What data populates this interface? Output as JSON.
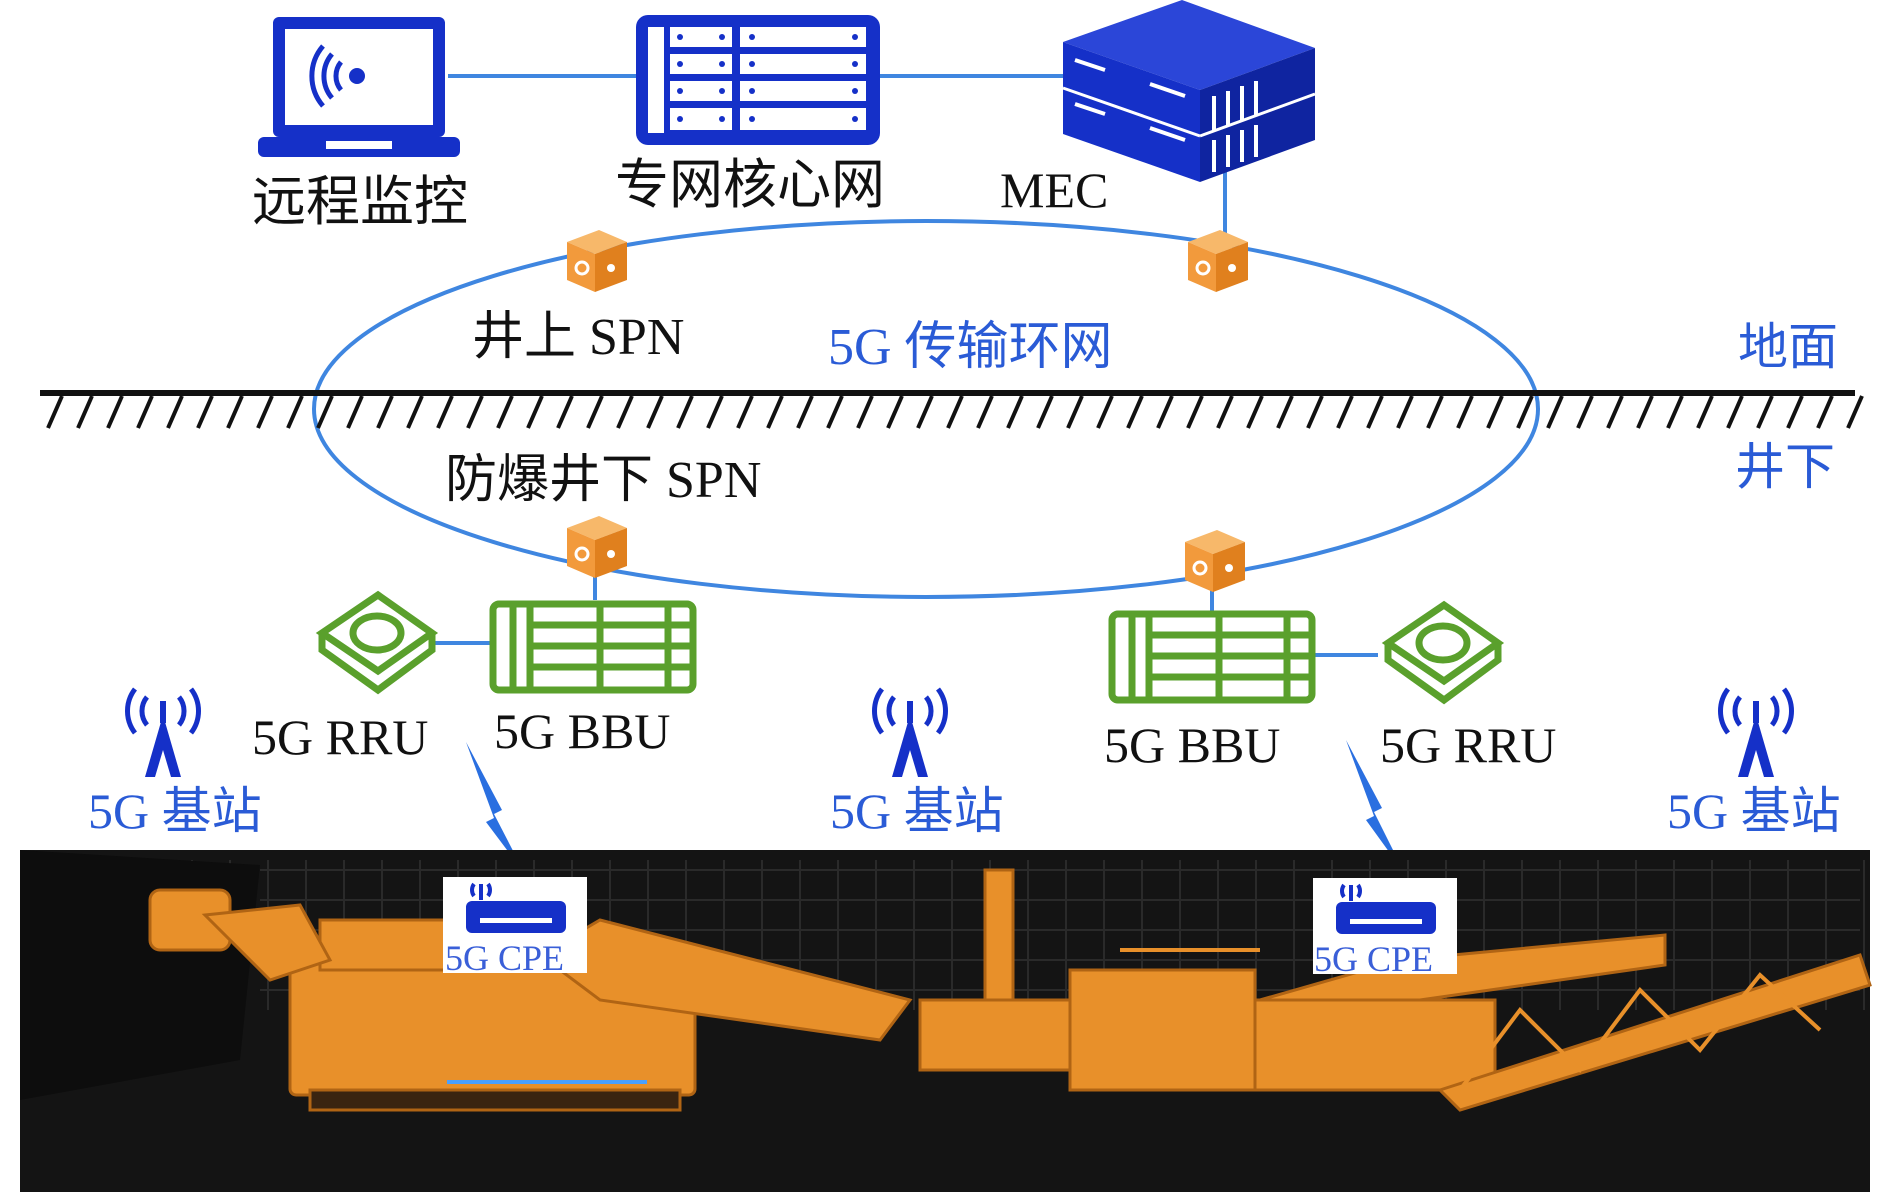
{
  "colors": {
    "ring": "#3f86e0",
    "device_blue": "#1530c8",
    "device_green": "#5aa02c",
    "spn_orange": "#f29a3c",
    "label_blue": "#2a5bd6",
    "label_black": "#111111",
    "ground": "#111111",
    "machine_orange": "#e8902a"
  },
  "top": {
    "remote_monitor": "远程监控",
    "core_network": "专网核心网",
    "mec": "MEC"
  },
  "ring": {
    "ground_spn": "井上 SPN",
    "title": "5G 传输环网",
    "underground_spn": "防爆井下 SPN"
  },
  "zones": {
    "surface": "地面",
    "underground": "井下"
  },
  "equipment": {
    "left_rru": "5G RRU",
    "left_bbu": "5G BBU",
    "right_bbu": "5G BBU",
    "right_rru": "5G RRU",
    "cpe_left": "5G CPE",
    "cpe_right": "5G CPE"
  },
  "base_stations": {
    "left": "5G 基站",
    "center": "5G 基站",
    "right": "5G 基站"
  },
  "icons": [
    "laptop-wifi-icon",
    "server-rack-icon",
    "mec-server-icon",
    "spn-router-icon",
    "rru-icon",
    "bbu-icon",
    "antenna-tower-icon",
    "wireless-link-icon",
    "cpe-router-icon",
    "mining-machine-photo"
  ]
}
